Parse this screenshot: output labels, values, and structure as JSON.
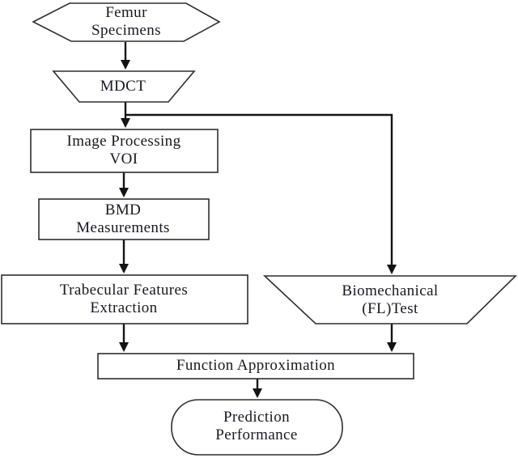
{
  "diagram": {
    "type": "flowchart",
    "background_color": "#ffffff",
    "line_color": "#141414",
    "text_color": "#181822",
    "nodes": {
      "femur_specimens": {
        "label": "Femur\nSpecimens",
        "shape": "hexagon"
      },
      "mdct": {
        "label": "MDCT",
        "shape": "inverted-trapezoid"
      },
      "image_processing_voi": {
        "label": "Image Processing\nVOI",
        "shape": "rectangle"
      },
      "bmd_measurements": {
        "label": "BMD\nMeasurements",
        "shape": "rectangle"
      },
      "trabecular_features_extraction": {
        "label": "Trabecular Features\nExtraction",
        "shape": "rectangle"
      },
      "biomechanical_fl_test": {
        "label": "Biomechanical\n(FL)Test",
        "shape": "inverted-trapezoid"
      },
      "function_approximation": {
        "label": "Function Approximation",
        "shape": "rectangle"
      },
      "prediction_performance": {
        "label": "Prediction\nPerformance",
        "shape": "rounded-rectangle"
      }
    },
    "edges": [
      {
        "from": "femur_specimens",
        "to": "mdct"
      },
      {
        "from": "mdct",
        "to": "image_processing_voi"
      },
      {
        "from": "mdct",
        "to": "biomechanical_fl_test"
      },
      {
        "from": "image_processing_voi",
        "to": "bmd_measurements"
      },
      {
        "from": "bmd_measurements",
        "to": "trabecular_features_extraction"
      },
      {
        "from": "trabecular_features_extraction",
        "to": "function_approximation"
      },
      {
        "from": "biomechanical_fl_test",
        "to": "function_approximation"
      },
      {
        "from": "function_approximation",
        "to": "prediction_performance"
      }
    ]
  }
}
